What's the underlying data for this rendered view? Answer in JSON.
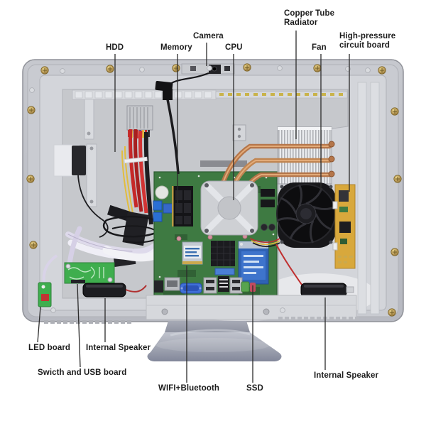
{
  "figure": {
    "kind": "annotated internal component diagram of an all-in-one PC (rear cover removed)"
  },
  "labels": {
    "hdd": "HDD",
    "memory": "Memory",
    "camera": "Camera",
    "cpu": "CPU",
    "copper_tube_radiator": "Copper Tube\nRadiator",
    "fan": "Fan",
    "high_pressure_circuit_board": "High-pressure\ncircuit board",
    "led_board": "LED board",
    "internal_speaker_left": "Internal Speaker",
    "switch_and_usb_board": "Swicth and USB board",
    "wifi_bluetooth": "WIFI+Bluetooth",
    "ssd": "SSD",
    "internal_speaker_right": "Internal Speaker"
  },
  "colors": {
    "label_text": "#1c1c1c",
    "leader_line": "#2b2b2b",
    "case_shell": "#c0c2c9",
    "case_floor": "#d3d5da",
    "lcd_panel": "#c7c9cd",
    "motherboard_green": "#3e7a42",
    "small_board_green": "#3fae4e",
    "copper_pipe": "#c08552",
    "radiator_silver": "#e9ebee",
    "fan_black": "#17171a",
    "inverter_board_yellow": "#d8a83c",
    "sata_cable_red": "#c62828",
    "ssd_blue": "#2f62b5",
    "vga_blue": "#3f6fd8",
    "stand_gray": "#9aa0ae",
    "brass_screw": "#bb9c5a"
  }
}
